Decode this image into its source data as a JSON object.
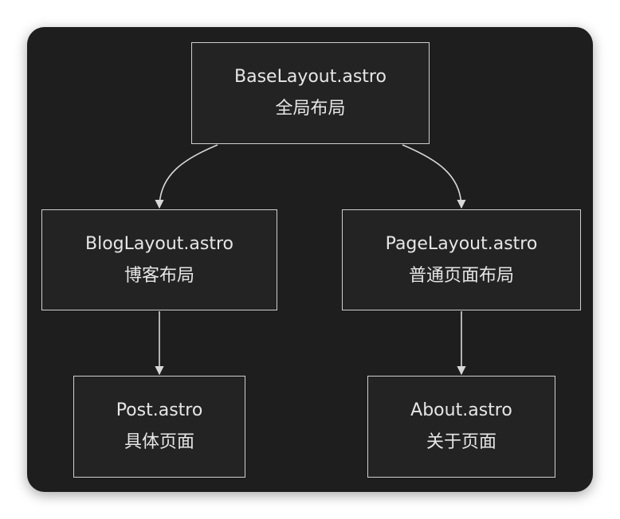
{
  "nodes": {
    "base": {
      "title": "BaseLayout.astro",
      "subtitle": "全局布局"
    },
    "blog": {
      "title": "BlogLayout.astro",
      "subtitle": "博客布局"
    },
    "page": {
      "title": "PageLayout.astro",
      "subtitle": "普通页面布局"
    },
    "post": {
      "title": "Post.astro",
      "subtitle": "具体页面"
    },
    "about": {
      "title": "About.astro",
      "subtitle": "关于页面"
    }
  },
  "edges": [
    {
      "from": "base",
      "to": "blog"
    },
    {
      "from": "base",
      "to": "page"
    },
    {
      "from": "blog",
      "to": "post"
    },
    {
      "from": "page",
      "to": "about"
    }
  ],
  "colors": {
    "canvas_background": "#1e1e1e",
    "node_fill": "#232323",
    "node_border": "#cfcfcf",
    "edge": "#d8d8d8",
    "text": "#e6e6e6"
  }
}
